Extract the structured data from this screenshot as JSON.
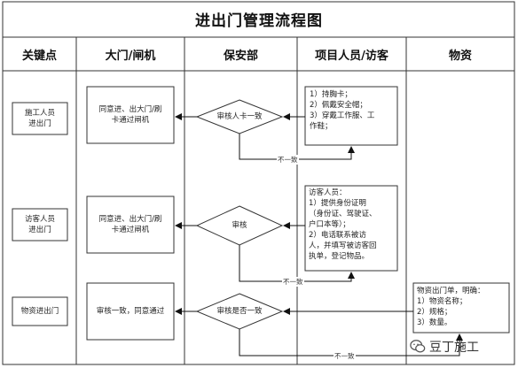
{
  "title": "进出门管理流程图",
  "columns": [
    "关键点",
    "大门/闸机",
    "保安部",
    "项目人员/访客",
    "物资"
  ],
  "rows": [
    {
      "key": "施工人员\n进出门",
      "gate": "同意进、出大门/刷\n卡通过闸机",
      "decision": "审核人卡一致",
      "info": "1）持胸卡；\n2）佩戴安全帽；\n3）穿戴工作服、工\n作鞋；",
      "reject": "不一致"
    },
    {
      "key": "访客人员\n进出门",
      "gate": "同意进、出大门/刷\n卡通过闸机",
      "decision": "审核",
      "info": "访客人员：\n1）提供身份证明\n（身份证、驾驶证、\n户口本等）；\n2）电话联系被访\n人，并填写被访客回\n执单，登记物品。",
      "reject": "不一致"
    },
    {
      "key": "物资进出门",
      "gate": "审核一致，同意通过",
      "decision": "审核是否一致",
      "info": "物资出门单，明确：\n1）物资名称；\n2）规格；\n3）数量。",
      "reject": "不一致"
    }
  ],
  "watermark": "豆丁施工"
}
